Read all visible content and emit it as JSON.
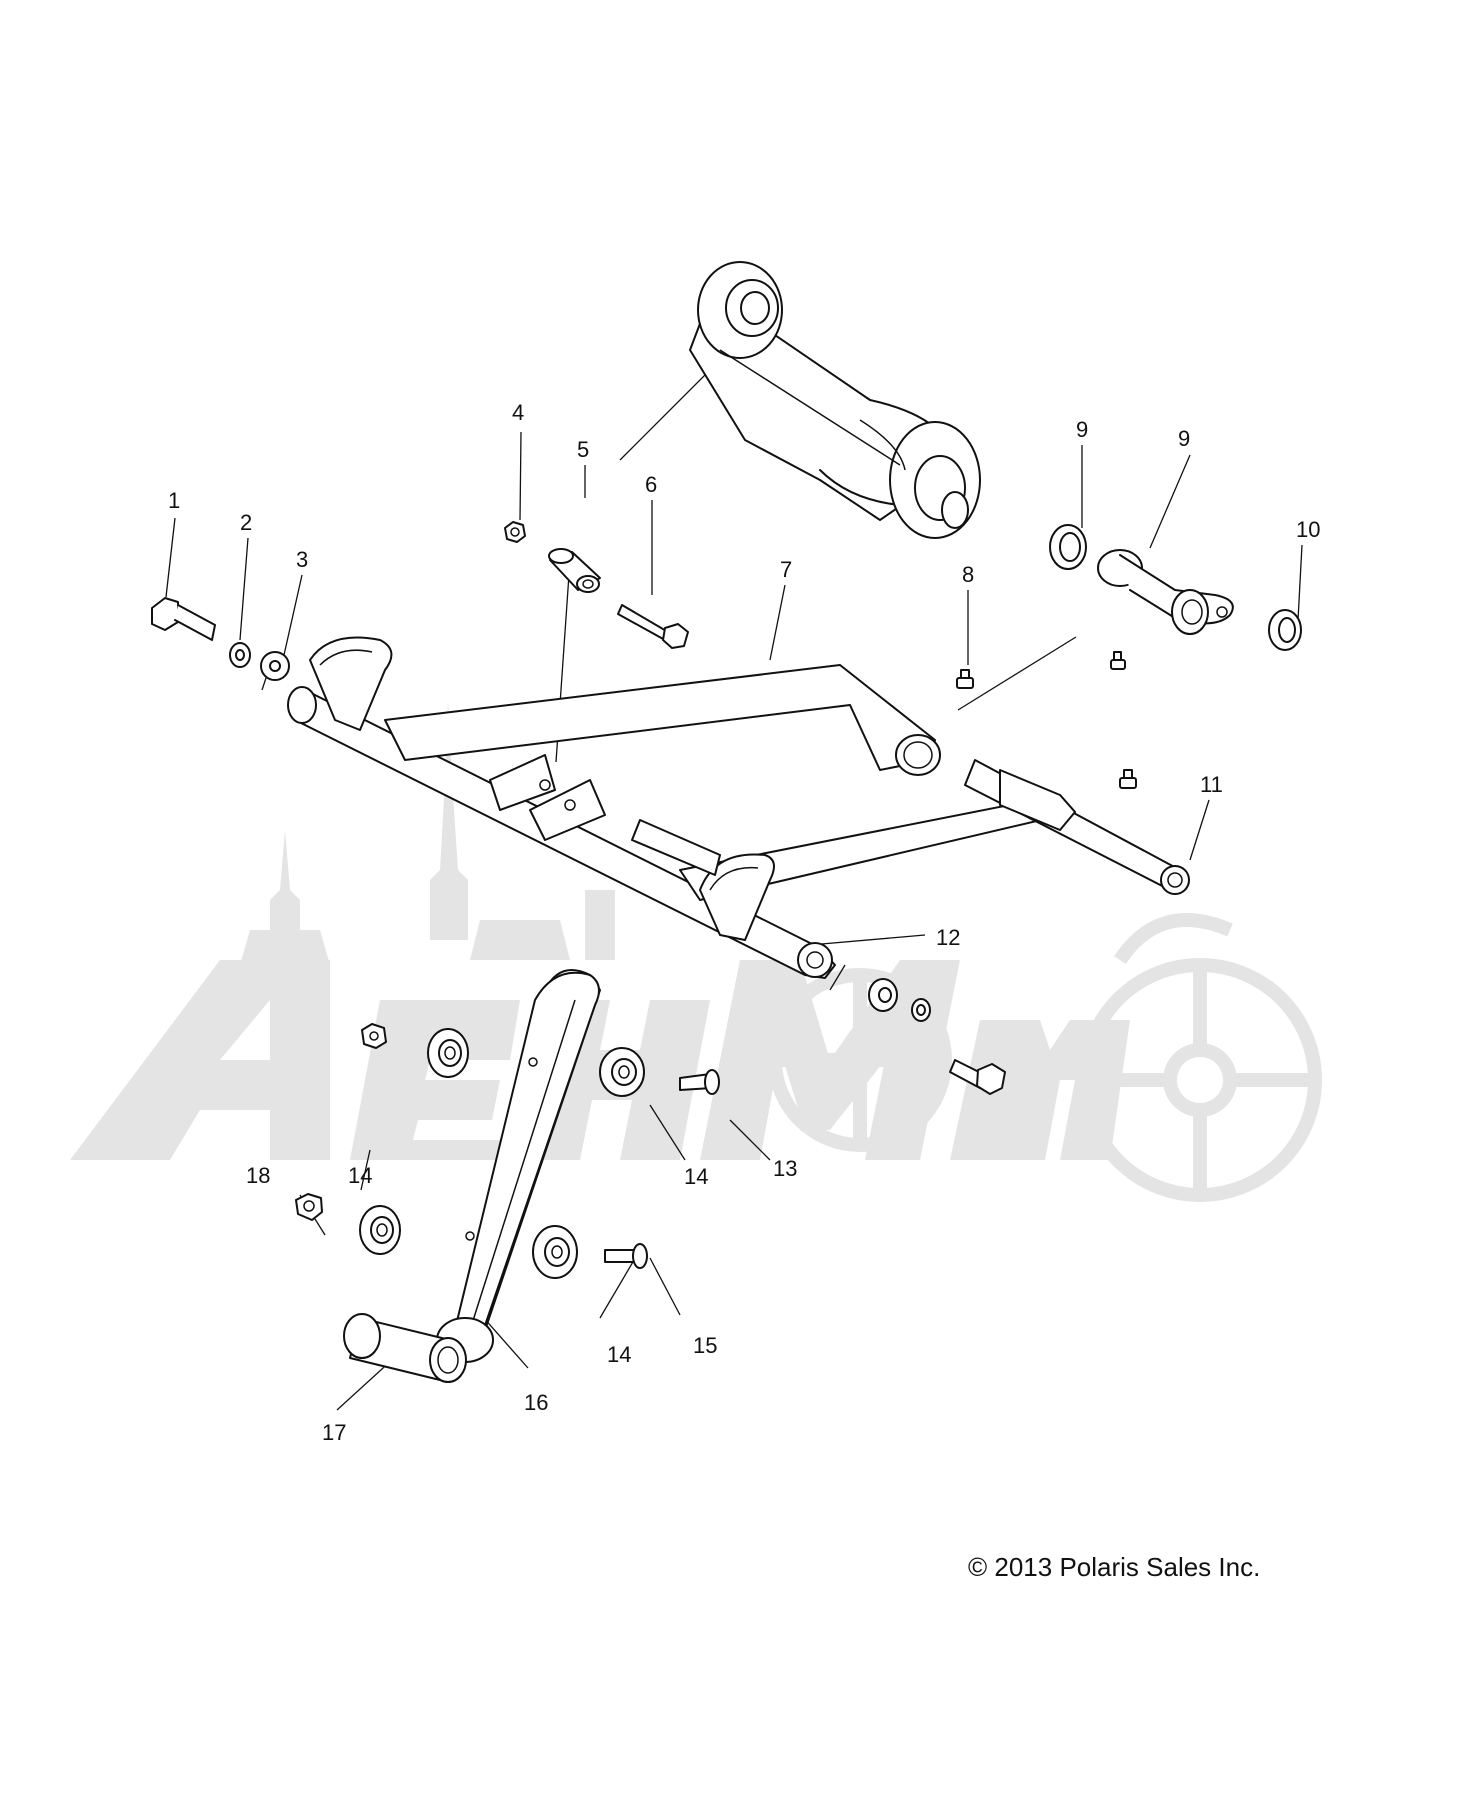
{
  "diagram": {
    "callouts": [
      {
        "id": "c1",
        "label": "1"
      },
      {
        "id": "c2",
        "label": "2"
      },
      {
        "id": "c3",
        "label": "3"
      },
      {
        "id": "c4",
        "label": "4"
      },
      {
        "id": "c5",
        "label": "5"
      },
      {
        "id": "c6",
        "label": "6"
      },
      {
        "id": "c7",
        "label": "7"
      },
      {
        "id": "c8",
        "label": "8"
      },
      {
        "id": "c9a",
        "label": "9"
      },
      {
        "id": "c9b",
        "label": "9"
      },
      {
        "id": "c10",
        "label": "10"
      },
      {
        "id": "c11",
        "label": "11"
      },
      {
        "id": "c12",
        "label": "12"
      },
      {
        "id": "c13",
        "label": "13"
      },
      {
        "id": "c14a",
        "label": "14"
      },
      {
        "id": "c14b",
        "label": "14"
      },
      {
        "id": "c14c",
        "label": "14"
      },
      {
        "id": "c15",
        "label": "15"
      },
      {
        "id": "c16",
        "label": "16"
      },
      {
        "id": "c17",
        "label": "17"
      },
      {
        "id": "c18",
        "label": "18"
      }
    ],
    "copyright": "© 2013 Polaris Sales Inc.",
    "watermark": "AeMoto"
  },
  "colors": {
    "line": "#111111",
    "watermark": "#e4e4e4",
    "background": "#ffffff"
  }
}
